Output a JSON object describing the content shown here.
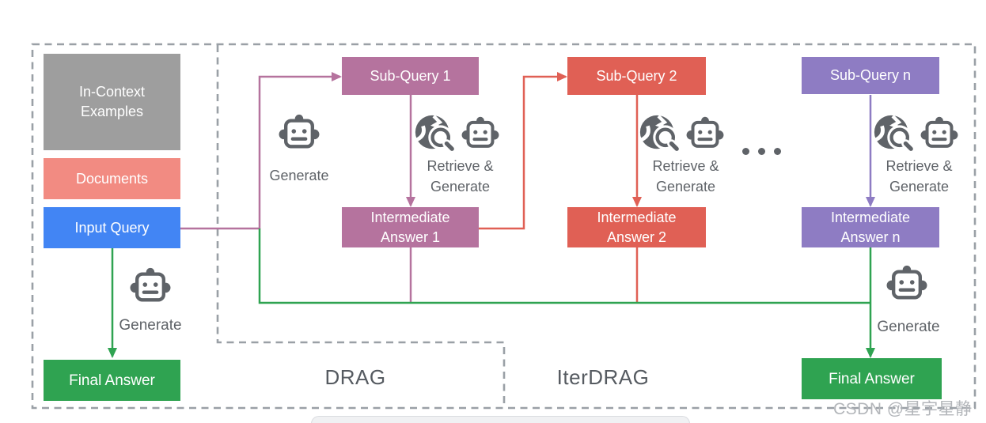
{
  "diagram": {
    "boxes": {
      "in_context_examples": "In-Context Examples",
      "documents": "Documents",
      "input_query": "Input Query",
      "final_answer_left": "Final Answer",
      "sub_query_1": "Sub-Query 1",
      "intermediate_answer_1": "Intermediate Answer 1",
      "sub_query_2": "Sub-Query 2",
      "intermediate_answer_2": "Intermediate Answer 2",
      "sub_query_n": "Sub-Query n",
      "intermediate_answer_n": "Intermediate Answer n",
      "final_answer_right": "Final Answer"
    },
    "labels": {
      "generate": "Generate",
      "retrieve_and": "Retrieve &",
      "drag": "DRAG",
      "iterdrag": "IterDRAG",
      "ellipsis": "..."
    },
    "colors": {
      "in_context_examples": "#9e9e9e",
      "documents": "#f28b82",
      "input_query": "#4285f4",
      "final_answer": "#2fa351",
      "sub_query_1": "#b5739e",
      "sub_query_2": "#e06055",
      "sub_query_n": "#8e7cc3",
      "connector_green": "#2fa351",
      "dashed_border": "#9aa0a6",
      "icon_gray": "#5f6368"
    },
    "watermark": "CSDN @星宇星静"
  }
}
